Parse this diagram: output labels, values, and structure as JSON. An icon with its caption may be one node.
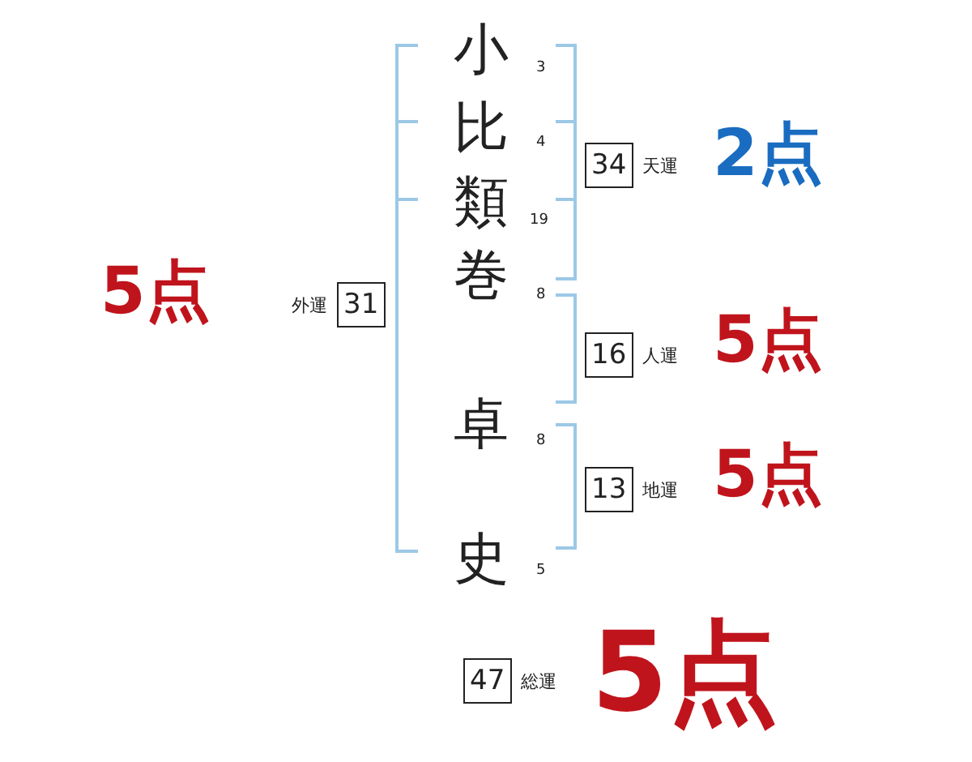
{
  "diagram": {
    "nodes": [
      {
        "text": [
          "34"
        ],
        "beside": [
          "天運"
        ]
      },
      {
        "text": [
          "31"
        ],
        "beside": [
          "外運"
        ]
      },
      {
        "text": [
          "16"
        ],
        "beside": [
          "人運"
        ]
      },
      {
        "text": [
          "13"
        ],
        "beside": [
          "地運"
        ]
      },
      {
        "text": [
          "47"
        ],
        "beside": [
          "総運"
        ]
      }
    ],
    "labels": [
      "小",
      "3",
      "比",
      "4",
      "類",
      "19",
      "巻",
      "8",
      "卓",
      "8",
      "史",
      "5",
      "2点",
      "5点",
      "5点",
      "5点",
      "5点"
    ]
  }
}
